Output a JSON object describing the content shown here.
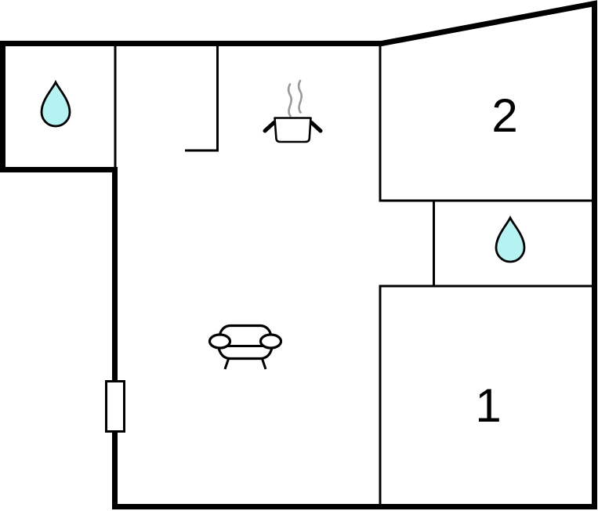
{
  "floorplan": {
    "type": "apartment-floor-plan",
    "colors": {
      "background": "#ffffff",
      "wall": "#000000",
      "room_fill": "#ffffff",
      "water_drop_fill": "#b5f2f2",
      "steam": "#999999",
      "label": "#000000"
    },
    "rooms": [
      {
        "name": "bathroom-top-left",
        "label": "",
        "icons": [
          "water-drop-icon"
        ]
      },
      {
        "name": "kitchen-area",
        "label": "",
        "icons": [
          "cooking-pot-icon",
          "steam-icon"
        ]
      },
      {
        "name": "living-area",
        "label": "",
        "icons": [
          "sofa-icon",
          "window-icon"
        ]
      },
      {
        "name": "bedroom-2",
        "label": "2",
        "icons": []
      },
      {
        "name": "bathroom-right",
        "label": "",
        "icons": [
          "water-drop-icon"
        ]
      },
      {
        "name": "bedroom-1",
        "label": "1",
        "icons": []
      }
    ],
    "icons": [
      {
        "name": "water-drop-icon",
        "shape": "teardrop",
        "count": 2
      },
      {
        "name": "cooking-pot-icon",
        "shape": "pot-with-side-handles"
      },
      {
        "name": "steam-icon",
        "shape": "two-wavy-lines"
      },
      {
        "name": "sofa-icon",
        "shape": "sofa-front-view"
      },
      {
        "name": "window-icon",
        "shape": "rectangle-on-wall"
      }
    ]
  }
}
